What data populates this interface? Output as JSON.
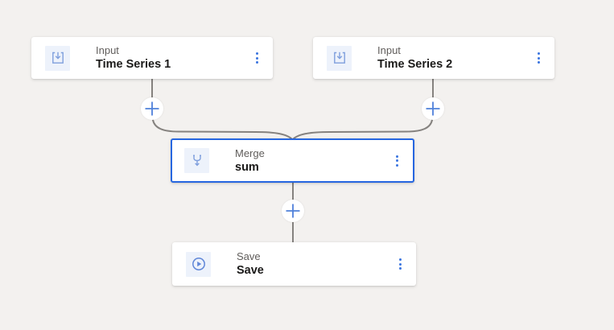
{
  "colors": {
    "canvas_bg": "#f3f1ef",
    "card_bg": "#ffffff",
    "selection_border": "#2767e0",
    "icon_tile_bg": "#edf2fb",
    "icon_blue": "#7f9fdd",
    "play_blue": "#5f86d8",
    "plus_blue": "#4f80da",
    "kebab_blue": "#3a74e0",
    "connector_gray": "#85827f",
    "label_gray": "#605d5b",
    "title_dark": "#1b1a19"
  },
  "nodes": [
    {
      "type_label": "Input",
      "title": "Time Series 1",
      "icon": "import-icon",
      "selected": false
    },
    {
      "type_label": "Input",
      "title": "Time Series 2",
      "icon": "import-icon",
      "selected": false
    },
    {
      "type_label": "Merge",
      "title": "sum",
      "icon": "merge-icon",
      "selected": true
    },
    {
      "type_label": "Save",
      "title": "Save",
      "icon": "play-icon",
      "selected": false
    }
  ],
  "edges": [
    {
      "from": "Time Series 1",
      "to": "sum"
    },
    {
      "from": "Time Series 2",
      "to": "sum"
    },
    {
      "from": "sum",
      "to": "Save"
    }
  ],
  "add_buttons": {
    "icon": "plus-icon",
    "count": 3
  },
  "node_menu": {
    "icon": "kebab-menu-icon"
  }
}
